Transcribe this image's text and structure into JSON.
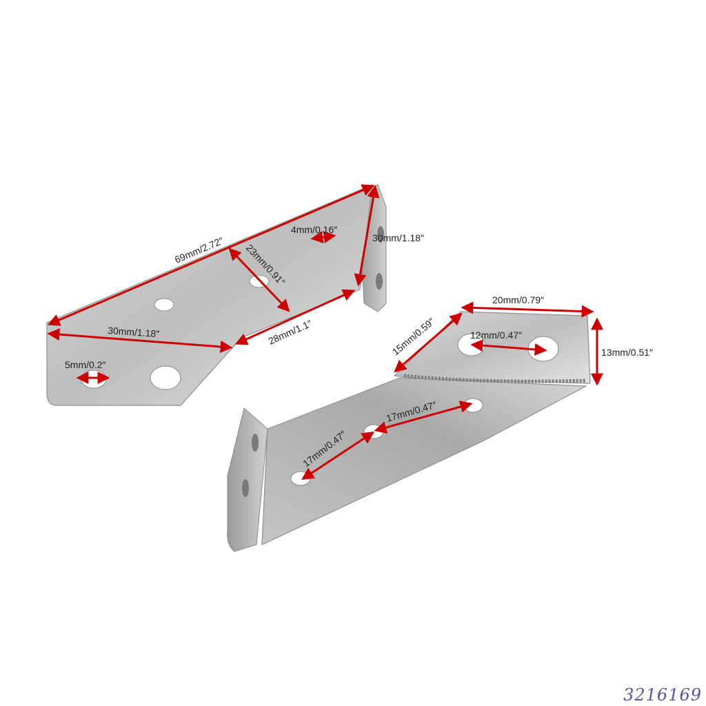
{
  "image": {
    "subject": "two stainless steel angle brackets with dimension callouts",
    "colors": {
      "background": "#ffffff",
      "metal_light": "#e6e6e6",
      "metal_mid": "#c9c9c9",
      "metal_dark": "#9e9e9e",
      "arrow": "#cc0000",
      "label_text": "#222222",
      "watermark": "#5a4fb3"
    }
  },
  "dimensions": {
    "left_total_length": "69mm/2.72″",
    "left_diagonal": "23mm/0.91″",
    "left_hole": "4mm/0.16″",
    "left_height": "30mm/1.18″",
    "left_base": "30mm/1.18″",
    "left_lower_edge": "28mm/1.1″",
    "left_small_hole": "5mm/0.2″",
    "right_top_width": "20mm/0.79″",
    "right_slant": "15mm/0.59″",
    "right_hole_spacing": "12mm/0.47″",
    "right_height": "13mm/0.51″",
    "right_spacing_a": "17mm/0.47″",
    "right_spacing_b": "17mm/0.47″"
  },
  "watermark": {
    "text": "3216169"
  }
}
